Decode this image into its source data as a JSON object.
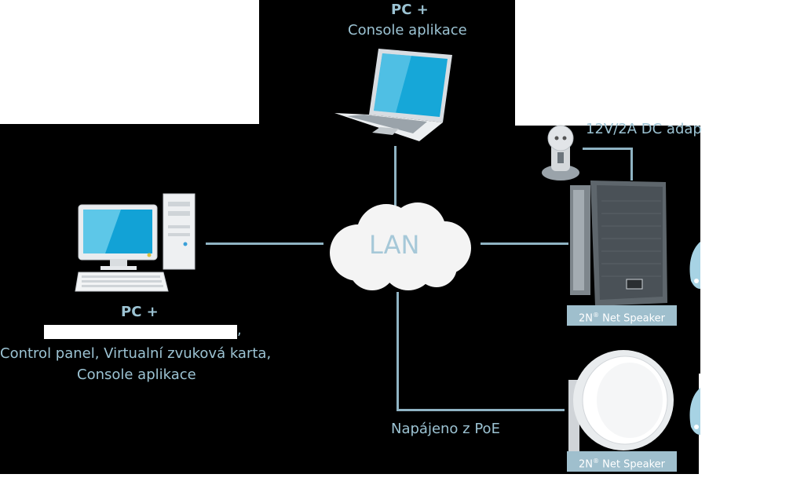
{
  "top_pc": {
    "title": "PC +",
    "subtitle": "Console aplikace"
  },
  "left_pc": {
    "title": "PC +",
    "line1": ",",
    "line2": "Control panel, Virtualní zvuková karta,",
    "line3": "Console aplikace"
  },
  "network": {
    "cloud_label": "LAN"
  },
  "power": {
    "adapter_label": "12V/2A DC adap",
    "poe_label": "Napájeno z  PoE"
  },
  "speakers": [
    {
      "brand": "2N",
      "reg": "®",
      "name": " Net Speaker"
    },
    {
      "brand": "2N",
      "reg": "®",
      "name": " Net Speaker"
    }
  ],
  "colors": {
    "line": "#8fb3c3",
    "label": "#9cc3d3",
    "badge": "#9fbfcd"
  },
  "icons": [
    "laptop-icon",
    "desktop-pc-icon",
    "cloud-icon",
    "power-adapter-icon",
    "wall-speaker-icon",
    "ceiling-speaker-icon",
    "speaker-sound-icon"
  ]
}
